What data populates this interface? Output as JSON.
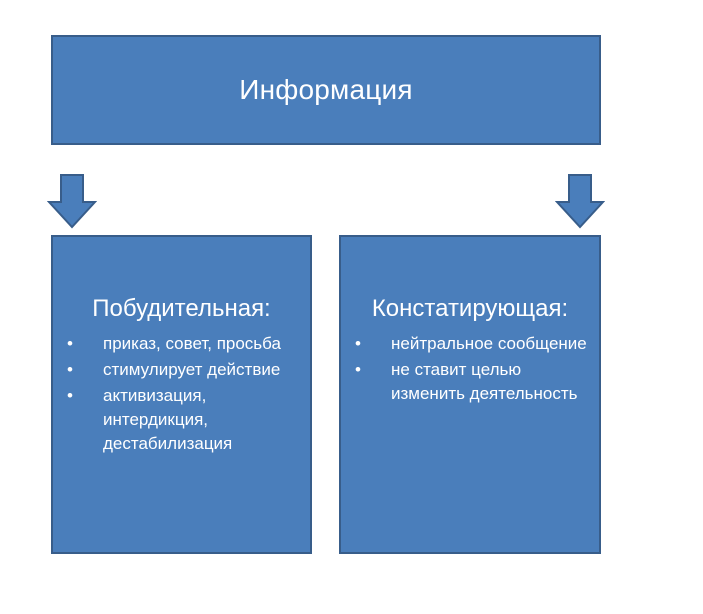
{
  "top": {
    "title": "Информация"
  },
  "left": {
    "title": "Побудительная:",
    "items": [
      "приказ, совет, просьба",
      "стимулирует действие",
      "активизация, интердикция, дестабилизация"
    ]
  },
  "right": {
    "title": "Констатирующая:",
    "items": [
      "нейтральное сообщение",
      "не ставит целью изменить деятельность"
    ]
  },
  "bullet_symbol": "•",
  "colors": {
    "box_fill": "#4a7ebb",
    "box_border": "#385d8a",
    "text": "#ffffff"
  },
  "icons": {
    "arrow_left": "arrow-down-icon",
    "arrow_right": "arrow-down-icon"
  }
}
